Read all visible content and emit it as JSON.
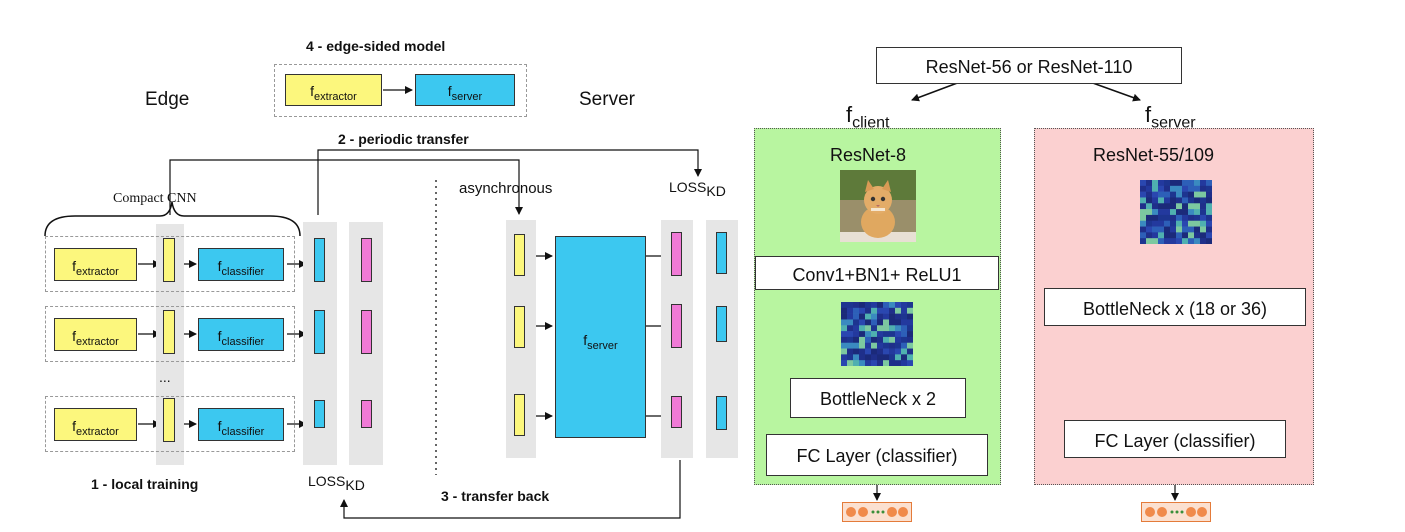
{
  "edge_label": "Edge",
  "server_label": "Server",
  "edge_sided_model": {
    "title": "4 - edge-sided model",
    "extractor": "f",
    "extractor_sub": "extractor",
    "server": "f",
    "server_sub": "server"
  },
  "periodic_transfer": "2 - periodic transfer",
  "compact_cnn": "Compact CNN",
  "edge_rows": [
    {
      "extractor": "f",
      "extractor_sub": "extractor",
      "classifier": "f",
      "classifier_sub": "classifier"
    },
    {
      "extractor": "f",
      "extractor_sub": "extractor",
      "classifier": "f",
      "classifier_sub": "classifier"
    },
    {
      "extractor": "f",
      "extractor_sub": "extractor",
      "classifier": "f",
      "classifier_sub": "classifier"
    }
  ],
  "ellipsis": "...",
  "local_training": "1 - local training",
  "loss_kd_bottom": {
    "main": "LOSS",
    "sub": "KD"
  },
  "transfer_back": "3 - transfer back",
  "asynchronous": "asynchronous",
  "server_model": {
    "main": "f",
    "sub": "server"
  },
  "loss_kd_top": {
    "main": "LOSS",
    "sub": "KD"
  },
  "resnet_top": "ResNet-56 or ResNet-110",
  "client": {
    "header": "f",
    "header_sub": "client",
    "title": "ResNet-8",
    "conv": "Conv1+BN1+ ReLU1",
    "bottleneck": "BottleNeck x 2",
    "fc": "FC Layer (classifier)",
    "bg": "#b8f5a0"
  },
  "server_panel": {
    "header": "f",
    "header_sub": "server",
    "title": "ResNet-55/109",
    "bottleneck": "BottleNeck x (18 or 36)",
    "fc": "FC Layer (classifier)",
    "bg": "#fbd0d0"
  },
  "colors": {
    "extractor": "#fcf77d",
    "classifier": "#3cc8f0",
    "logit": "#f07ad6",
    "node": "#f08a4b"
  }
}
